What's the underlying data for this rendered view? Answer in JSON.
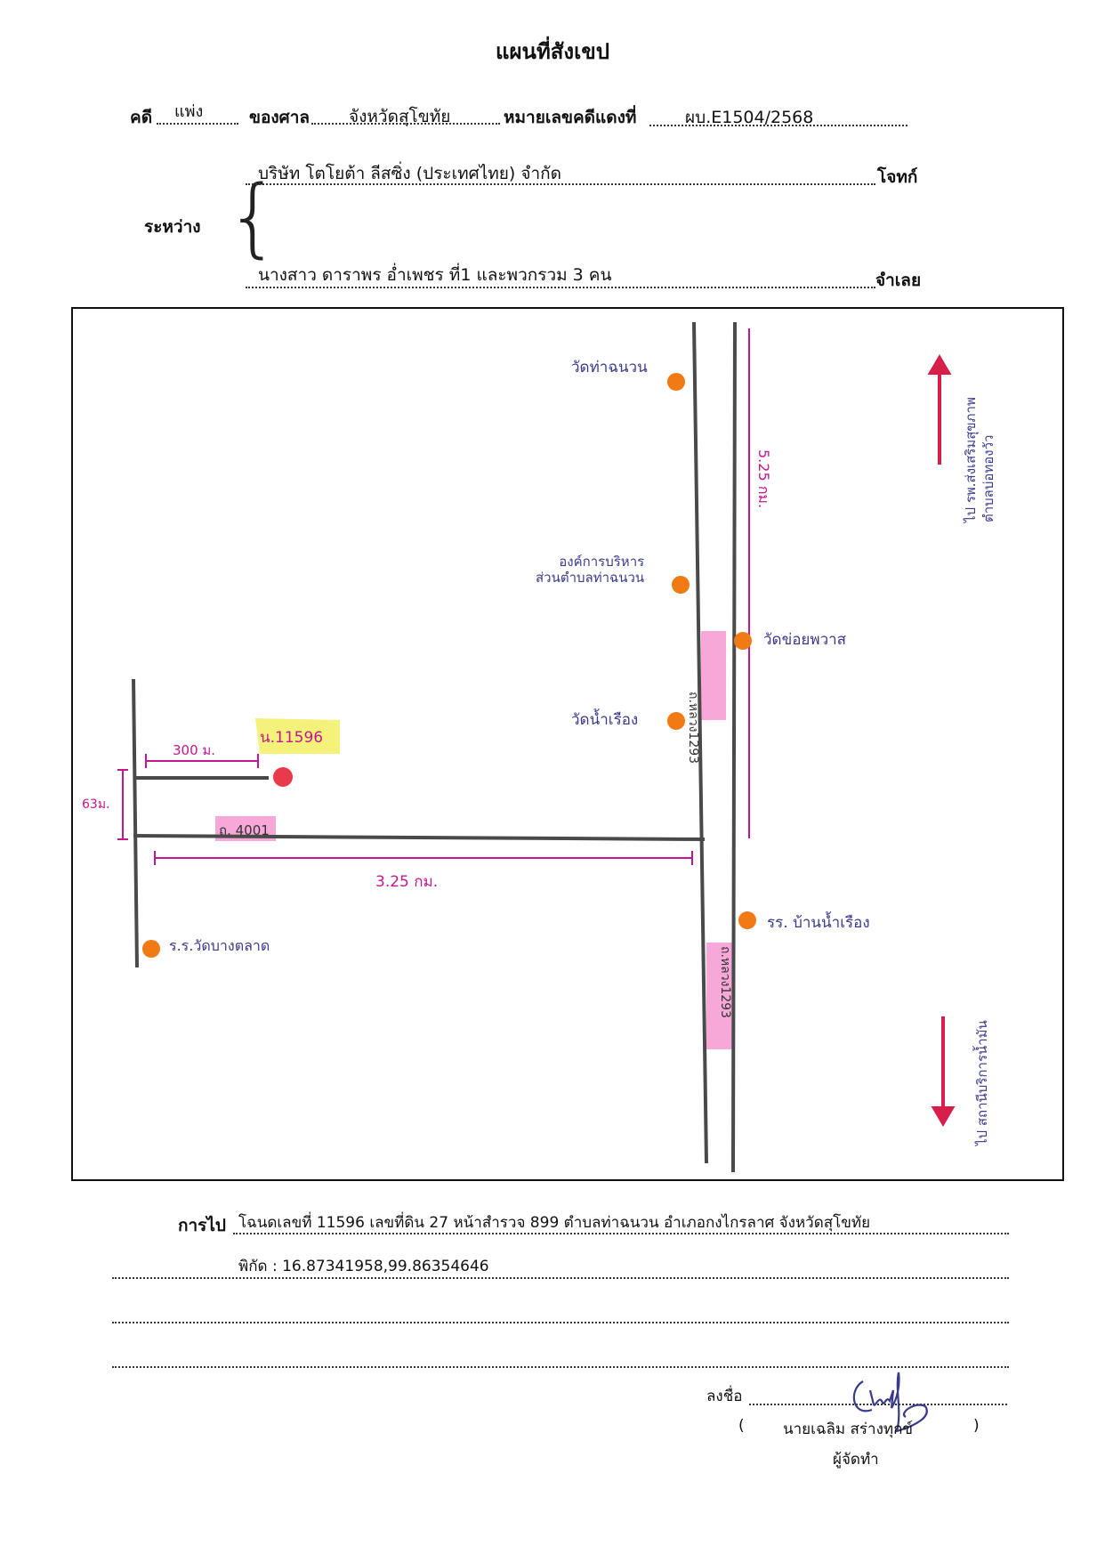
{
  "title": "แผนที่สังเขป",
  "header": {
    "case_label": "คดี",
    "case_type": "แพ่ง",
    "court_label": "ของศาล",
    "court_name": "จังหวัดสุโขทัย",
    "red_case_label": "หมายเลขคดีแดงที่",
    "red_case_no": "ผบ.E1504/2568",
    "between_label": "ระหว่าง",
    "plaintiff_name": "บริษัท โตโยต้า ลีสซิ่ง (ประเทศไทย) จำกัด",
    "plaintiff_role": "โจทก์",
    "defendant_name": "นางสาว ดาราพร อ่ำเพชร ที่1 และพวกรวม 3 คน",
    "defendant_role": "จำเลย"
  },
  "map": {
    "landmarks": {
      "wat_tha_chanuan": "วัดท่าฉนวน",
      "sao": "องค์การบริหาร\nส่วนตำบลท่าฉนวน",
      "wat_khom": "วัดข่อยพวาส",
      "wat_nam_rueang": "วัดน้ำเรือง",
      "school": "รร. บ้านน้ำเรือง",
      "school_market": "ร.ร.วัดบางตลาด"
    },
    "parcel_label": "น.11596",
    "road_4001": "ถ. 4001",
    "road_1293_top": "ถ.หลวง1293",
    "road_1293_bottom": "ถ.หลวง1293",
    "dist_300": "300 ม.",
    "dist_63": "63ม.",
    "dist_325": "3.25 กม.",
    "dist_5_25": "5.25 กม.",
    "dir_north": "ไป รพ.ส่งเสริมสุขภาพ\nตำบลบ่อทองวัว",
    "dir_south": "ไป สถานีบริการน้ำมัน"
  },
  "footer": {
    "directions_label": "การไป",
    "directions_text": "โฉนดเลขที่ 11596  เลขที่ดิน 27 หน้าสำรวจ 899 ตำบลท่าฉนวน อำเภอกงไกรลาศ จังหวัดสุโขทัย",
    "coords_text": "พิกัด : 16.87341958,99.86354646",
    "sign_label": "ลงชื่อ",
    "signer_open": "(",
    "signer_name": "นายเฉลิม  สร่างทุกข์",
    "signer_close": ")",
    "signer_role": "ผู้จัดทำ"
  },
  "colors": {
    "road": "#4a4a4a",
    "magenta": "#c2188f",
    "orange": "#f07a14",
    "red_dot": "#e83a4a",
    "pink_highlight": "#f7a8d8",
    "yellow_highlight": "#f4f27a",
    "arrow_red": "#d81e4b",
    "blue_ink": "#3a3a8c"
  }
}
